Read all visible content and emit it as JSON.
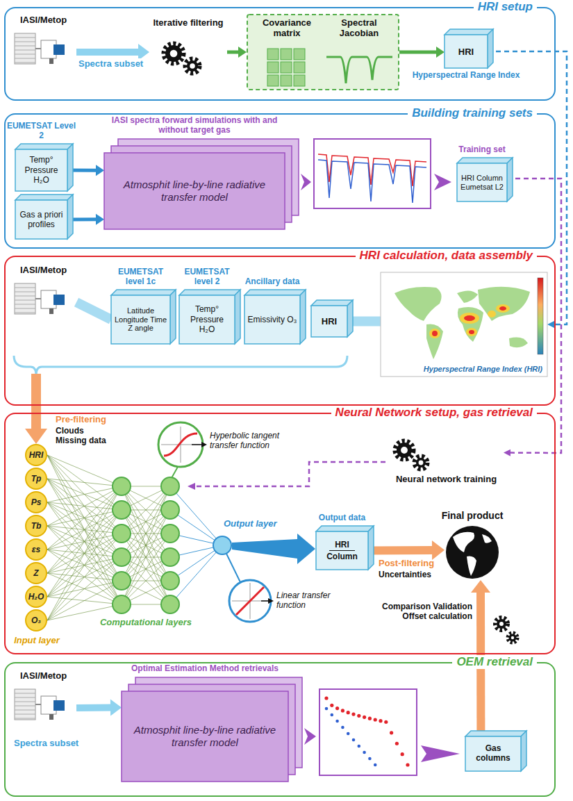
{
  "diagram": {
    "nodes": [
      {
        "text": [
          "HRI setup"
        ]
      },
      {
        "text": [
          "IASI/Metop"
        ],
        "in": 0
      },
      {
        "text": [
          "Iterative filtering"
        ],
        "in": 0
      },
      {
        "text": [
          "Covariance matrix",
          "Spectral Jacobian"
        ],
        "in": 0
      },
      {
        "text": [
          "HRI",
          "Hyperspectral Range Index"
        ],
        "in": 0
      },
      {
        "text": [
          "Building training sets"
        ]
      },
      {
        "text": [
          "EUMETSAT Level 2",
          "Temp° Pressure H₂O"
        ],
        "in": 5
      },
      {
        "text": [
          "Gas a priori profiles"
        ],
        "in": 5
      },
      {
        "text": [
          "IASI spectra forward simulations with and without target gas",
          "Atmosphit line-by-line radiative transfer model"
        ],
        "in": 5
      },
      {
        "text": [
          "Training set",
          "HRI Column Eumetsat L2"
        ],
        "in": 5
      },
      {
        "text": [
          "HRI calculation, data assembly"
        ]
      },
      {
        "text": [
          "IASI/Metop"
        ],
        "in": 10
      },
      {
        "text": [
          "EUMETSAT level 1c",
          "Latitude Longitude Time Z angle"
        ],
        "in": 10
      },
      {
        "text": [
          "EUMETSAT level 2",
          "Temp° Pressure H₂O"
        ],
        "in": 10
      },
      {
        "text": [
          "Ancillary data",
          "Emissivity O₃"
        ],
        "in": 10
      },
      {
        "text": [
          "HRI"
        ],
        "in": 10
      },
      {
        "text": [
          "Hyperspectral Range Index (HRI)"
        ],
        "in": 10
      },
      {
        "text": [
          "Neural Network setup, gas retrieval"
        ]
      },
      {
        "text": [
          "HRI"
        ],
        "in": 17
      },
      {
        "text": [
          "Tp"
        ],
        "in": 17
      },
      {
        "text": [
          "Ps"
        ],
        "in": 17
      },
      {
        "text": [
          "Tb"
        ],
        "in": 17
      },
      {
        "text": [
          "εs"
        ],
        "in": 17
      },
      {
        "text": [
          "Z"
        ],
        "in": 17
      },
      {
        "text": [
          "H₂O"
        ],
        "in": 17
      },
      {
        "text": [
          "O₃"
        ],
        "in": 17
      },
      {
        "text": [
          "Neural network training"
        ],
        "in": 17
      },
      {
        "text": [
          "Output data",
          "HRI",
          "Column"
        ],
        "in": 17
      },
      {
        "text": [
          "Final product"
        ],
        "in": 17
      },
      {
        "text": [
          "OEM retrieval"
        ]
      },
      {
        "text": [
          "IASI/Metop"
        ],
        "in": 29
      },
      {
        "text": [
          "Optimal Estimation Method retrievals",
          "Atmosphit line-by-line radiative transfer model"
        ],
        "in": 29
      },
      {
        "text": [
          "Gas columns"
        ],
        "in": 29
      }
    ],
    "edges": [
      {
        "from": 1,
        "to": 2,
        "arrow": "to",
        "label": "Spectra subset"
      },
      {
        "from": 2,
        "to": 3,
        "arrow": "to"
      },
      {
        "from": 3,
        "to": 4,
        "arrow": "to"
      },
      {
        "from": 6,
        "to": 8,
        "arrow": "to"
      },
      {
        "from": 7,
        "to": 8,
        "arrow": "to"
      },
      {
        "from": 4,
        "to": 16,
        "arrow": "to"
      },
      {
        "from": 9,
        "to": 26,
        "arrow": "to"
      },
      {
        "from": 11,
        "to": 12,
        "arrow": "none"
      },
      {
        "from": 15,
        "to": 16,
        "arrow": "none"
      },
      {
        "from": 10,
        "to": 18,
        "arrow": "to"
      },
      {
        "from": 27,
        "to": 28,
        "arrow": "to"
      },
      {
        "from": 30,
        "to": 31,
        "arrow": "to",
        "label": "Spectra subset"
      },
      {
        "from": 32,
        "to": 28,
        "arrow": "to"
      }
    ],
    "labels": [
      "Pre-filtering",
      "Clouds Missing data",
      "Hyperbolic tangent transfer function",
      "Output layer",
      "Linear transfer function",
      "Post-filtering",
      "Uncertainties",
      "Input layer",
      "Computational layers",
      "Comparison Validation Offset calculation"
    ]
  }
}
